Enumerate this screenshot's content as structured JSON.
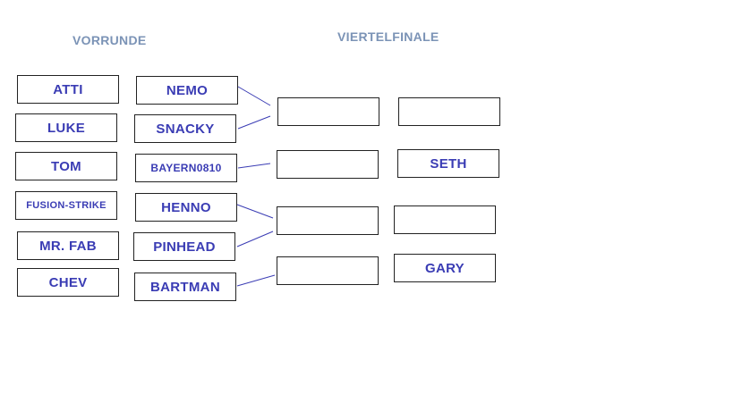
{
  "headings": {
    "vorrunde": "VORRUNDE",
    "viertelfinale": "VIERTELFINALE"
  },
  "vorrunde": {
    "left": [
      "ATTI",
      "LUKE",
      "TOM",
      "FUSION-STRIKE",
      "MR. FAB",
      "CHEV"
    ],
    "right": [
      "NEMO",
      "SNACKY",
      "BAYERN0810",
      "HENNO",
      "PINHEAD",
      "BARTMAN"
    ]
  },
  "viertelfinale": {
    "left": [
      "",
      "",
      "",
      ""
    ],
    "right": [
      "",
      "SETH",
      "",
      "GARY"
    ]
  },
  "colors": {
    "heading": "#7b93b6",
    "name": "#3a3cb4",
    "border": "#222222",
    "line": "#3a3cb4"
  }
}
